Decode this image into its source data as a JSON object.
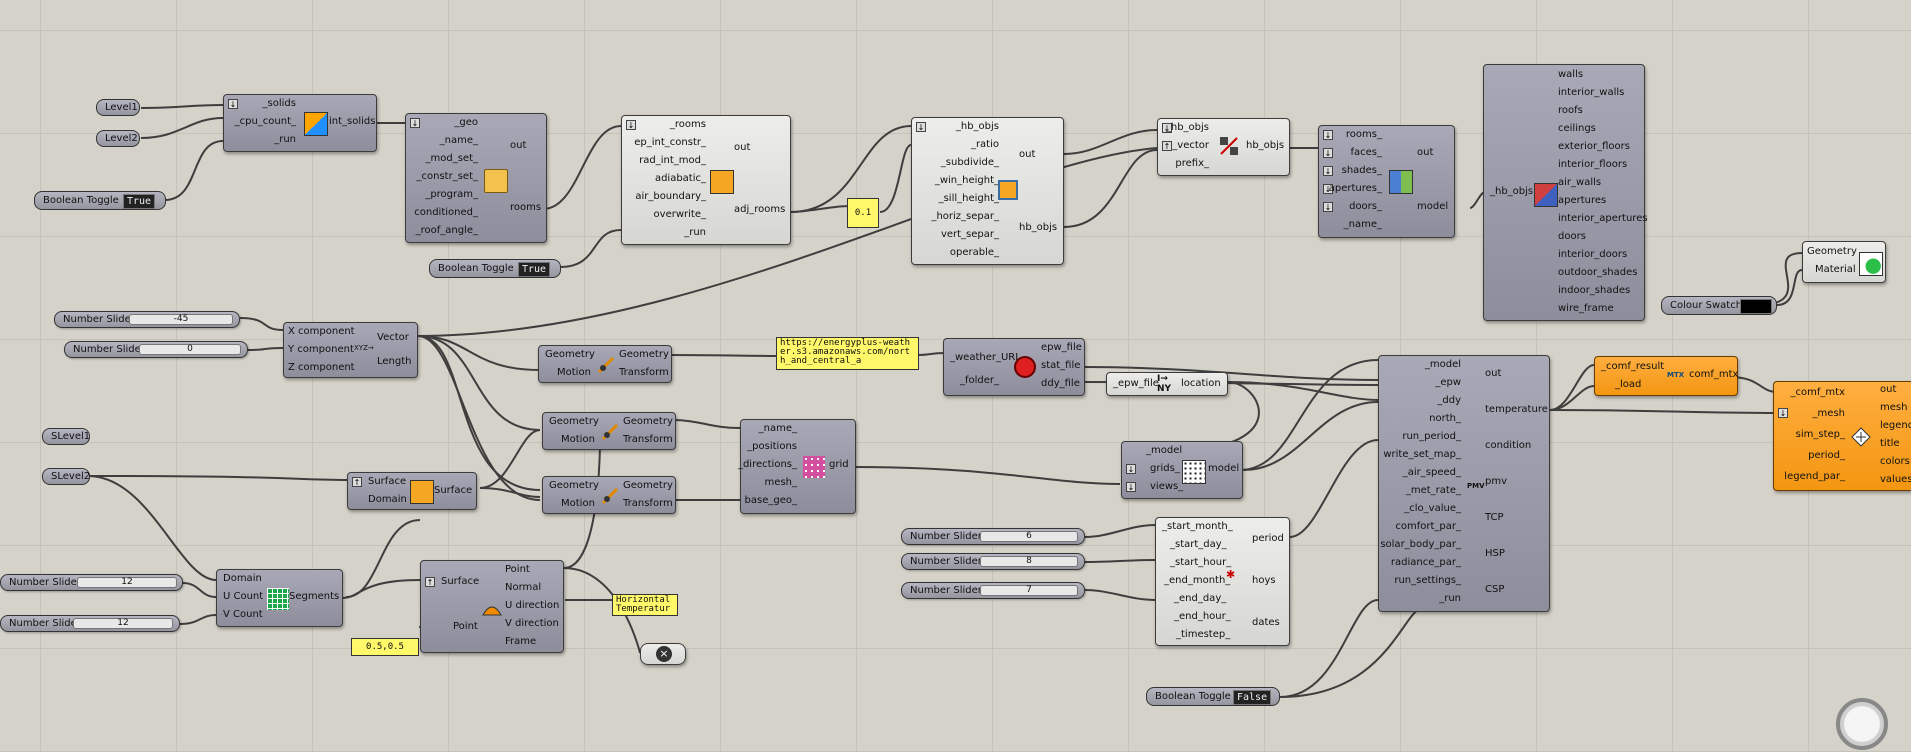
{
  "colours": {
    "canvas": "#d5d2c9",
    "component": "#9898a6",
    "orange": "#f7a027",
    "panel": "#fff86a",
    "wire": "#3e3e3e"
  },
  "params": {
    "level1": "Level1",
    "level2": "Level2",
    "slevel1": "SLevel1",
    "slevel2": "SLevel2"
  },
  "toggles": {
    "t1": {
      "label": "Boolean Toggle",
      "value": "True"
    },
    "t2": {
      "label": "Boolean Toggle",
      "value": "True"
    },
    "t3": {
      "label": "Boolean Toggle",
      "value": "False"
    }
  },
  "sliders": {
    "s1": {
      "label": "Number Slider",
      "value": "-45"
    },
    "s2": {
      "label": "Number Slider",
      "value": "0"
    },
    "s3": {
      "label": "Number Slider",
      "value": "12"
    },
    "s4": {
      "label": "Number Slider",
      "value": "12"
    },
    "s5": {
      "label": "Number Slider",
      "value": "6"
    },
    "s6": {
      "label": "Number Slider",
      "value": "8"
    },
    "s7": {
      "label": "Number Slider",
      "value": "7"
    }
  },
  "panels": {
    "ratio": "0.1",
    "url": "https://energyplus-weather.s3.amazonaws.com/north_and_central_a",
    "uv": "0.5,0.5",
    "horiz": "Horizontal Temperature"
  },
  "intsolids": {
    "inputs": [
      "_solids",
      "_cpu_count_",
      "_run"
    ],
    "output": "int_solids"
  },
  "rooms": {
    "inputs": [
      "_geo",
      "_name_",
      "_mod_set_",
      "_constr_set_",
      "_program_",
      "conditioned_",
      "_roof_angle_"
    ],
    "outputs": [
      "out",
      "rooms"
    ]
  },
  "adj": {
    "inputs": [
      "_rooms",
      "ep_int_constr_",
      "rad_int_mod_",
      "adiabatic_",
      "air_boundary_",
      "overwrite_",
      "_run"
    ],
    "outputs": [
      "out",
      "adj_rooms"
    ]
  },
  "aperture": {
    "inputs": [
      "_hb_objs",
      "_ratio",
      "_subdivide_",
      "_win_height_",
      "_sill_height_",
      "_horiz_separ_",
      "vert_separ_",
      "operable_"
    ],
    "outputs": [
      "out",
      "hb_objs"
    ]
  },
  "move": {
    "inputs": [
      "_hb_objs",
      "_vector",
      "prefix_"
    ],
    "output": "hb_objs"
  },
  "model": {
    "inputs": [
      "rooms_",
      "faces_",
      "shades_",
      "apertures_",
      "doors_",
      "_name_"
    ],
    "outputs": [
      "out",
      "model"
    ]
  },
  "deconstruct": {
    "input": "_hb_objs",
    "outputs": [
      "walls",
      "interior_walls",
      "roofs",
      "ceilings",
      "exterior_floors",
      "interior_floors",
      "air_walls",
      "apertures",
      "interior_apertures",
      "doors",
      "interior_doors",
      "outdoor_shades",
      "indoor_shades",
      "wire_frame"
    ]
  },
  "preview": {
    "inputs": [
      "Geometry",
      "Material"
    ]
  },
  "swatch": {
    "label": "Colour Swatch"
  },
  "vector": {
    "inputs": [
      "X component",
      "Y component",
      "Z component"
    ],
    "outputs": [
      "Vector",
      "Length"
    ]
  },
  "move1": {
    "inputs": [
      "Geometry",
      "Motion"
    ],
    "outputs": [
      "Geometry",
      "Transform"
    ]
  },
  "move2": {
    "inputs": [
      "Geometry",
      "Motion"
    ],
    "outputs": [
      "Geometry",
      "Transform"
    ]
  },
  "move3": {
    "inputs": [
      "Geometry",
      "Motion"
    ],
    "outputs": [
      "Geometry",
      "Transform"
    ]
  },
  "epw": {
    "inputs": [
      "_weather_URL",
      "_folder_"
    ],
    "outputs": [
      "epw_file",
      "stat_file",
      "ddy_file"
    ]
  },
  "location": {
    "input": "_epw_file",
    "output": "location"
  },
  "grid": {
    "inputs": [
      "_name_",
      "_positions",
      "_directions_",
      "mesh_",
      "base_geo_"
    ],
    "output": "grid"
  },
  "surface": {
    "inputs": [
      "Surface",
      "Domain"
    ],
    "output": "Surface"
  },
  "segments": {
    "inputs": [
      "Domain",
      "U Count",
      "V Count"
    ],
    "output": "Segments"
  },
  "evalsrf": {
    "inputs": [
      "Surface",
      "Point"
    ],
    "outputs": [
      "Point",
      "Normal",
      "U direction",
      "V direction",
      "Frame"
    ]
  },
  "modelgrid": {
    "inputs": [
      "_model",
      "grids_",
      "views_"
    ],
    "output": "model"
  },
  "period": {
    "inputs": [
      "_start_month_",
      "_start_day_",
      "_start_hour_",
      "_end_month_",
      "_end_day_",
      "_end_hour_",
      "_timestep_"
    ],
    "outputs": [
      "period",
      "hoys",
      "dates"
    ]
  },
  "comfort": {
    "inputs": [
      "_model",
      "_epw",
      "_ddy",
      "north_",
      "run_period_",
      "write_set_map_",
      "_air_speed_",
      "_met_rate_",
      "_clo_value_",
      "comfort_par_",
      "solar_body_par_",
      "radiance_par_",
      "run_settings_",
      "_run"
    ],
    "outputs": [
      "out",
      "temperature",
      "condition",
      "pmv",
      "TCP",
      "HSP",
      "CSP"
    ],
    "icon_text": "PMV"
  },
  "loadmtx": {
    "inputs": [
      "_comf_result",
      "_load"
    ],
    "output": "comf_mtx",
    "icon_text": "MTX"
  },
  "spatial": {
    "inputs": [
      "_comf_mtx",
      "_mesh",
      "sim_step_",
      "period_",
      "legend_par_"
    ],
    "outputs": [
      "out",
      "mesh",
      "legend",
      "title",
      "colors",
      "values"
    ]
  }
}
